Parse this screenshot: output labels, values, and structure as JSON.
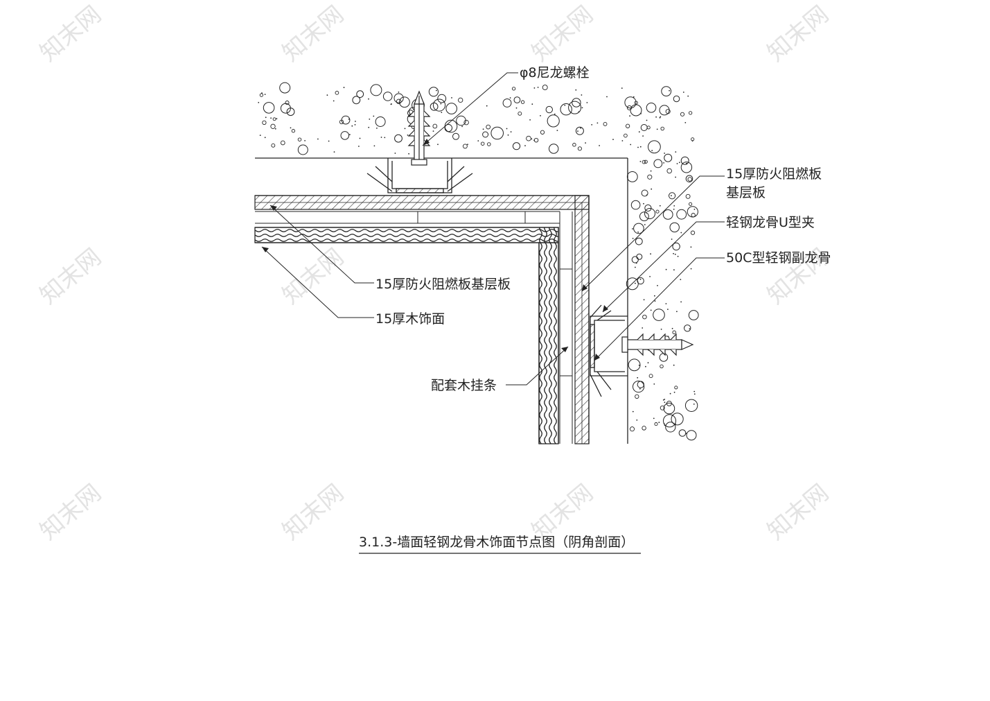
{
  "labels": {
    "bolt": "φ8尼龙螺栓",
    "board_right_line1": "15厚防火阻燃板",
    "board_right_line2": "基层板",
    "u_clip": "轻钢龙骨U型夹",
    "c_keel": "50C型轻钢副龙骨",
    "board_left": "15厚防火阻燃板基层板",
    "wood_face": "15厚木饰面",
    "hanger": "配套木挂条"
  },
  "caption": "3.1.3-墙面轻钢龙骨木饰面节点图（阴角剖面）",
  "watermark": "知末网",
  "colors": {
    "line": "#222222",
    "watermark": "#e3e3e3"
  }
}
